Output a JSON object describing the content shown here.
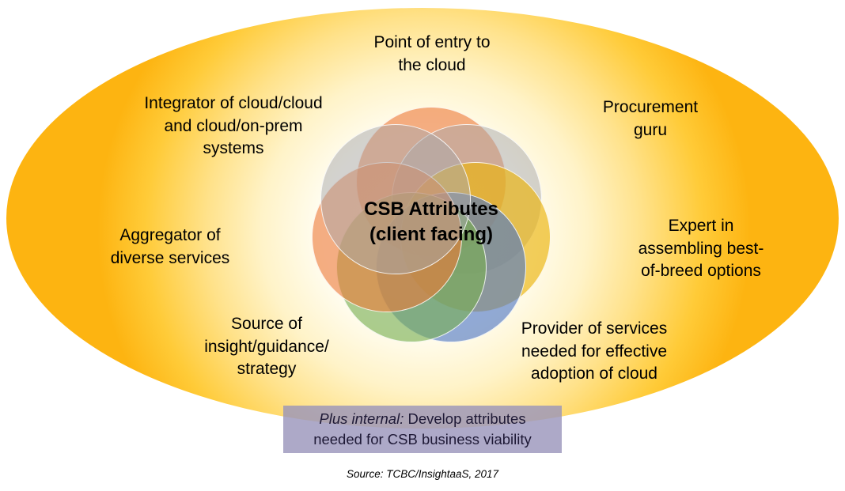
{
  "diagram": {
    "title": {
      "line1": "CSB Attributes",
      "line2": "(client facing)"
    },
    "attributes": [
      {
        "id": "point-of-entry",
        "text": "Point of entry to\nthe cloud"
      },
      {
        "id": "integrator",
        "text": "Integrator of cloud/cloud\nand cloud/on-prem\nsystems"
      },
      {
        "id": "procurement",
        "text": "Procurement\nguru"
      },
      {
        "id": "aggregator",
        "text": "Aggregator of\ndiverse services"
      },
      {
        "id": "expert",
        "text": "Expert in\nassembling best-\nof-breed options"
      },
      {
        "id": "insight",
        "text": "Source of\ninsight/guidance/\nstrategy"
      },
      {
        "id": "provider",
        "text": "Provider of services\nneeded for effective\nadoption of cloud"
      }
    ],
    "flower": {
      "petals": [
        {
          "name": "petal-top-orange",
          "color": "rgba(236,120,55,0.6)"
        },
        {
          "name": "petal-upper-right-gray",
          "color": "rgba(168,168,172,0.5)"
        },
        {
          "name": "petal-right-yellow",
          "color": "rgba(235,180,10,0.65)"
        },
        {
          "name": "petal-lower-right-blue",
          "color": "rgba(78,118,195,0.62)"
        },
        {
          "name": "petal-bottom-green",
          "color": "rgba(120,175,80,0.62)"
        },
        {
          "name": "petal-left-orange",
          "color": "rgba(236,120,55,0.6)"
        },
        {
          "name": "petal-upper-left-gray",
          "color": "rgba(168,168,172,0.5)"
        }
      ]
    },
    "internal_note": {
      "lead": "Plus internal:",
      "rest": " Develop attributes needed for CSB business viability"
    },
    "source_note": "Source: TCBC/InsightaaS, 2017",
    "colors": {
      "ellipse-edge": "#fdb411",
      "box-bg": "rgba(152,148,186,0.8)",
      "box-text": "#1e1936"
    }
  }
}
